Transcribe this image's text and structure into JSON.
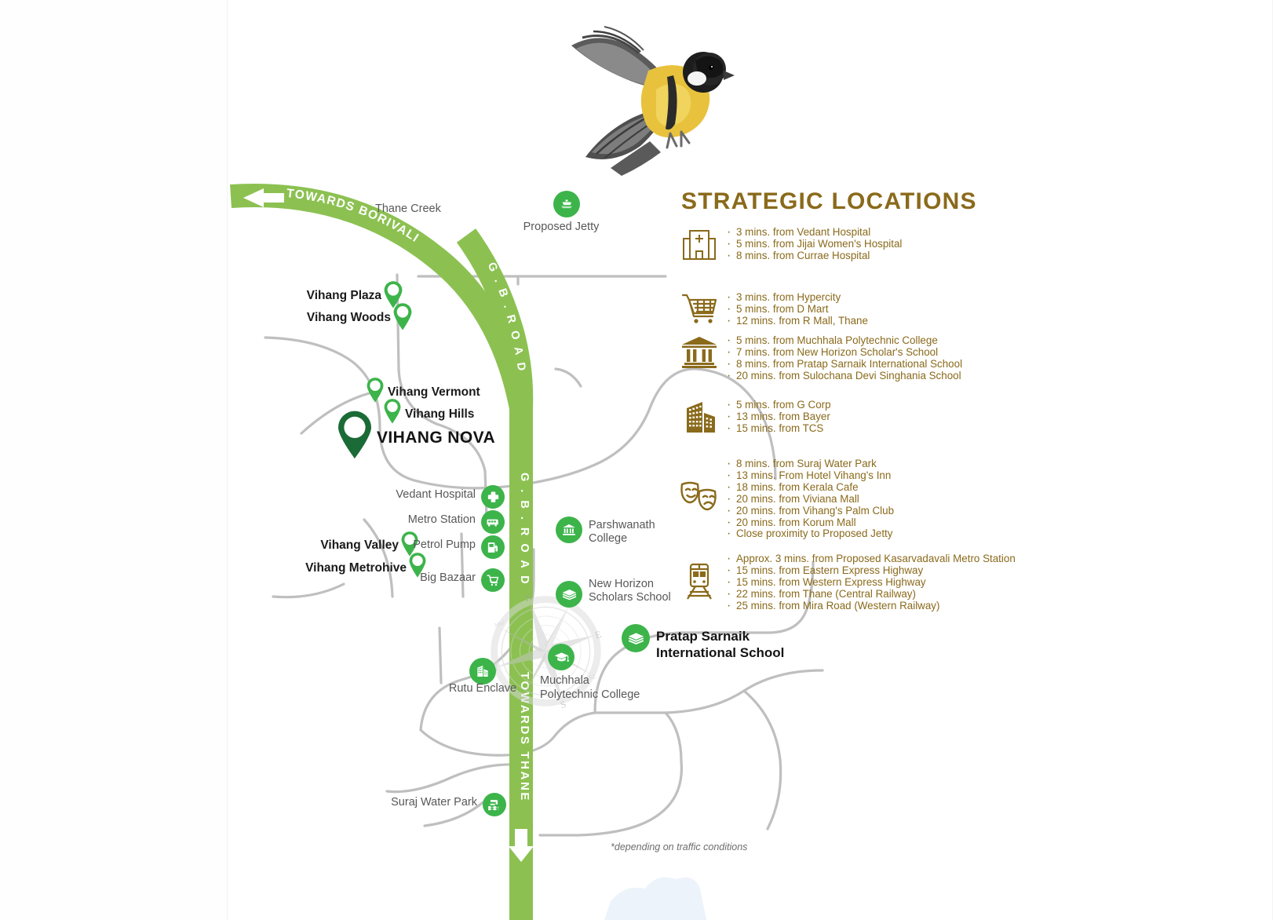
{
  "panel": {
    "title": "STRATEGIC LOCATIONS",
    "accent_color": "#8a6a1b",
    "groups": [
      {
        "icon": "hospital-icon",
        "items": [
          "3 mins. from  Vedant Hospital",
          "5 mins. from Jijai Women's Hospital",
          "8 mins. from Currae Hospital"
        ]
      },
      {
        "icon": "shopping-cart-icon",
        "items": [
          "3 mins. from  Hypercity",
          "5 mins. from D Mart",
          "12 mins. from R Mall, Thane"
        ]
      },
      {
        "icon": "education-bank-icon",
        "items": [
          "5 mins. from Muchhala Polytechnic College",
          "7 mins. from New Horizon Scholar's School",
          "8 mins. from Pratap Sarnaik International School",
          "20 mins. from Sulochana Devi Singhania School"
        ]
      },
      {
        "icon": "office-buildings-icon",
        "items": [
          "5 mins. from G Corp",
          "13 mins. from Bayer",
          "15 mins. from TCS"
        ]
      },
      {
        "icon": "theatre-masks-icon",
        "items": [
          "8 mins. from Suraj Water Park",
          "13 mins. From Hotel Vihang's Inn",
          "18 mins. from Kerala Cafe",
          "20 mins. from Viviana Mall",
          "20 mins. from Vihang's Palm Club",
          "20 mins. from Korum Mall",
          "Close proximity to Proposed Jetty"
        ]
      },
      {
        "icon": "train-icon",
        "items": [
          "Approx. 3 mins. from Proposed Kasarvadavali Metro Station",
          "15 mins. from Eastern Express Highway",
          "15 mins. from Western Express Highway",
          "22 mins. from Thane (Central Railway)",
          "25 mins. from Mira Road (Western Railway)"
        ]
      }
    ]
  },
  "map": {
    "road_color": "#8cc152",
    "pin_color": "#3cb44a",
    "nova_pin_color": "#1b6b36",
    "badge_color": "#3cb44a",
    "footnote": "*depending on traffic conditions",
    "road_labels": {
      "towards_borivali": "TOWARDS BORIVALI",
      "gb_road_upper": "G . B .  R O A D",
      "gb_road_lower": "G . B .  R O A D",
      "towards_thane": "TOWARDS THANE"
    },
    "plain_labels": [
      {
        "name": "thane-creek",
        "text": "Thane Creek"
      }
    ],
    "pin_labels": [
      {
        "name": "vihang-plaza",
        "text": "Vihang Plaza"
      },
      {
        "name": "vihang-woods",
        "text": "Vihang Woods"
      },
      {
        "name": "vihang-vermont",
        "text": "Vihang Vermont"
      },
      {
        "name": "vihang-hills",
        "text": "Vihang Hills"
      },
      {
        "name": "vihang-nova",
        "text": "VIHANG NOVA"
      },
      {
        "name": "vihang-valley",
        "text": "Vihang Valley"
      },
      {
        "name": "vihang-metrohive",
        "text": "Vihang Metrohive"
      }
    ],
    "poi_labels": [
      {
        "name": "proposed-jetty",
        "text": "Proposed Jetty",
        "icon": "boat-icon"
      },
      {
        "name": "vedant-hospital",
        "text": "Vedant Hospital",
        "icon": "cross-icon"
      },
      {
        "name": "metro-station",
        "text": "Metro Station",
        "icon": "train-badge-icon"
      },
      {
        "name": "petrol-pump",
        "text": "Petrol Pump",
        "icon": "fuel-icon"
      },
      {
        "name": "big-bazaar",
        "text": "Big Bazaar",
        "icon": "cart-icon"
      },
      {
        "name": "parshwanath-college",
        "text": "Parshwanath College",
        "icon": "college-icon"
      },
      {
        "name": "new-horizon-scholars",
        "text": "New Horizon Scholars School",
        "icon": "books-icon"
      },
      {
        "name": "pratap-sarnaik",
        "text": "Pratap Sarnaik International School",
        "icon": "books-icon"
      },
      {
        "name": "rutu-enclave",
        "text": "Rutu Enclave",
        "icon": "buildings-icon"
      },
      {
        "name": "muchhala-polytechnic",
        "text": "Muchhala Polytechnic College",
        "icon": "graduation-cap-icon"
      },
      {
        "name": "suraj-water-park",
        "text": "Suraj Water Park",
        "icon": "water-slide-icon"
      }
    ]
  }
}
